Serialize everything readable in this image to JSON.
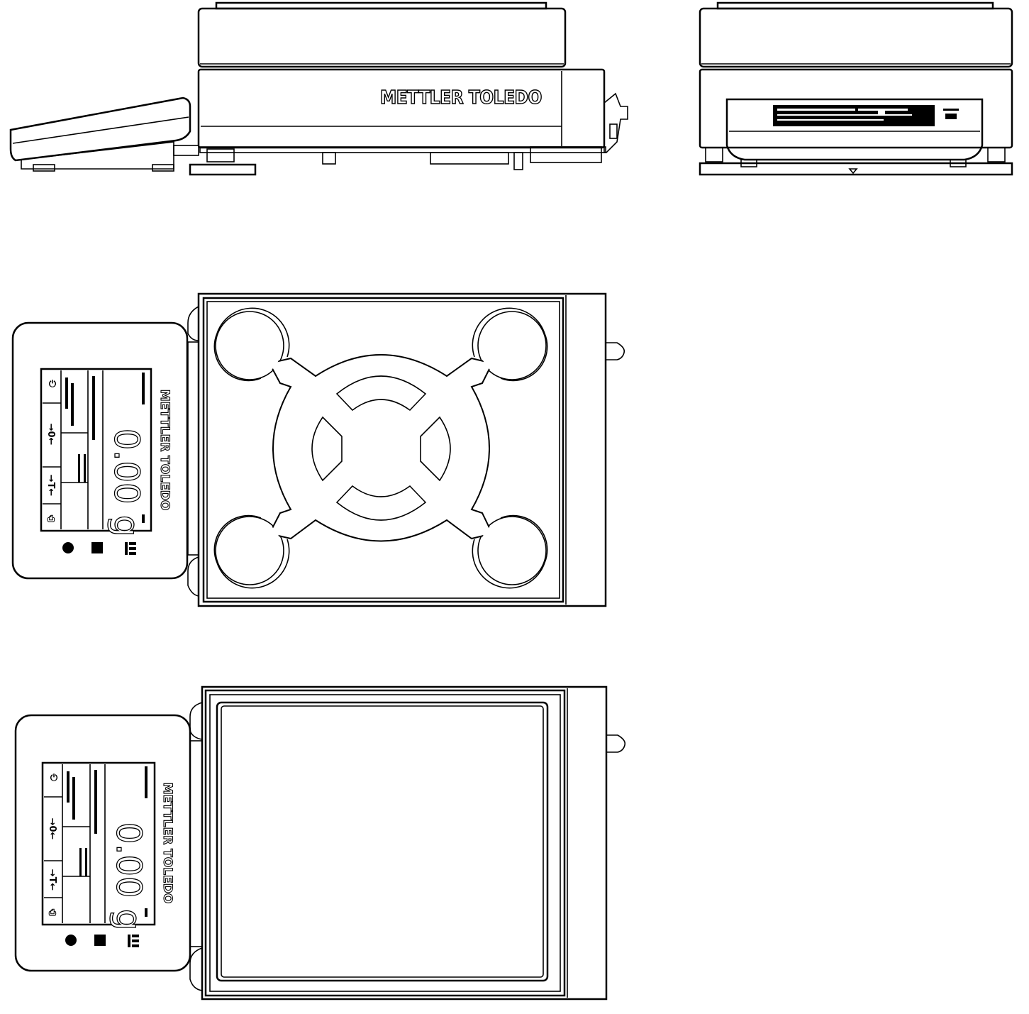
{
  "brand": "METTLER TOLEDO",
  "terminal_top": {
    "weight": "0.00",
    "unit": "g",
    "key_left": "→0←",
    "key_right": "→T←"
  },
  "terminal_bottom": {
    "weight": "0.00",
    "unit": "g",
    "key_left": "→0←",
    "key_right": "→T←"
  }
}
